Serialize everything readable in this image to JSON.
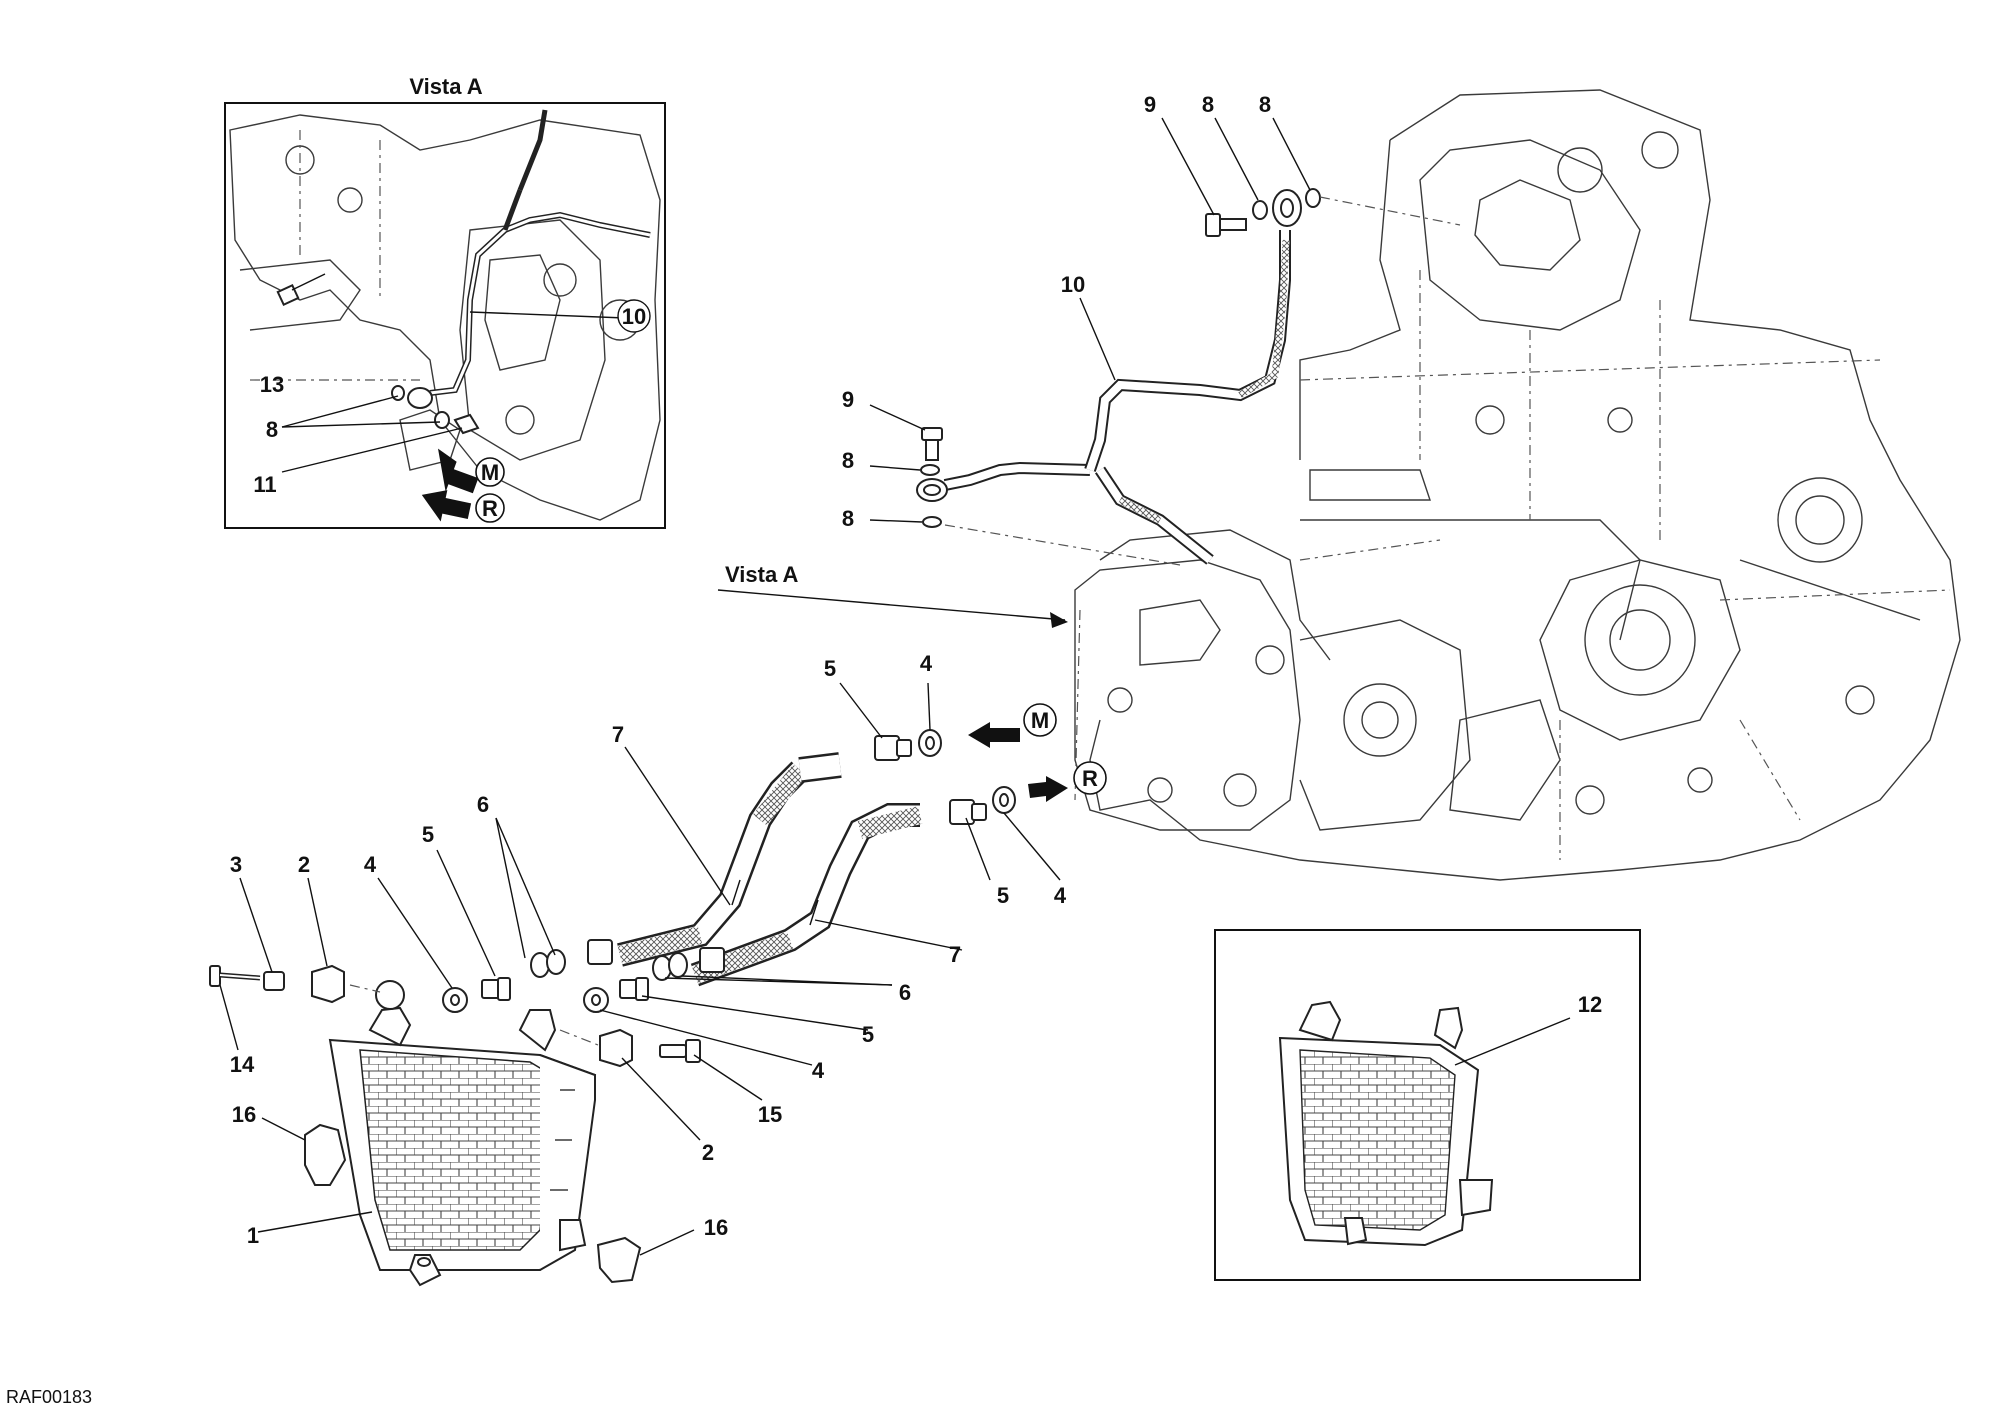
{
  "drawing": {
    "code": "RAF00183",
    "vista_label": "Vista A",
    "inset_title": "Vista A",
    "flow_labels": {
      "m": "M",
      "r": "R"
    }
  },
  "callouts": {
    "c1": "1",
    "c2a": "2",
    "c2b": "2",
    "c3": "3",
    "c4a": "4",
    "c4b": "4",
    "c4c": "4",
    "c4d": "4",
    "c5a": "5",
    "c5b": "5",
    "c5c": "5",
    "c5d": "5",
    "c6a": "6",
    "c6b": "6",
    "c7a": "7",
    "c7b": "7",
    "c8a": "8",
    "c8b": "8",
    "c8c": "8",
    "c8d": "8",
    "c9a": "9",
    "c9b": "9",
    "c10": "10",
    "c12": "12",
    "c14": "14",
    "c15": "15",
    "c16a": "16",
    "c16b": "16"
  },
  "inset_callouts": {
    "c8": "8",
    "c10": "10",
    "c11": "11",
    "c13": "13"
  }
}
